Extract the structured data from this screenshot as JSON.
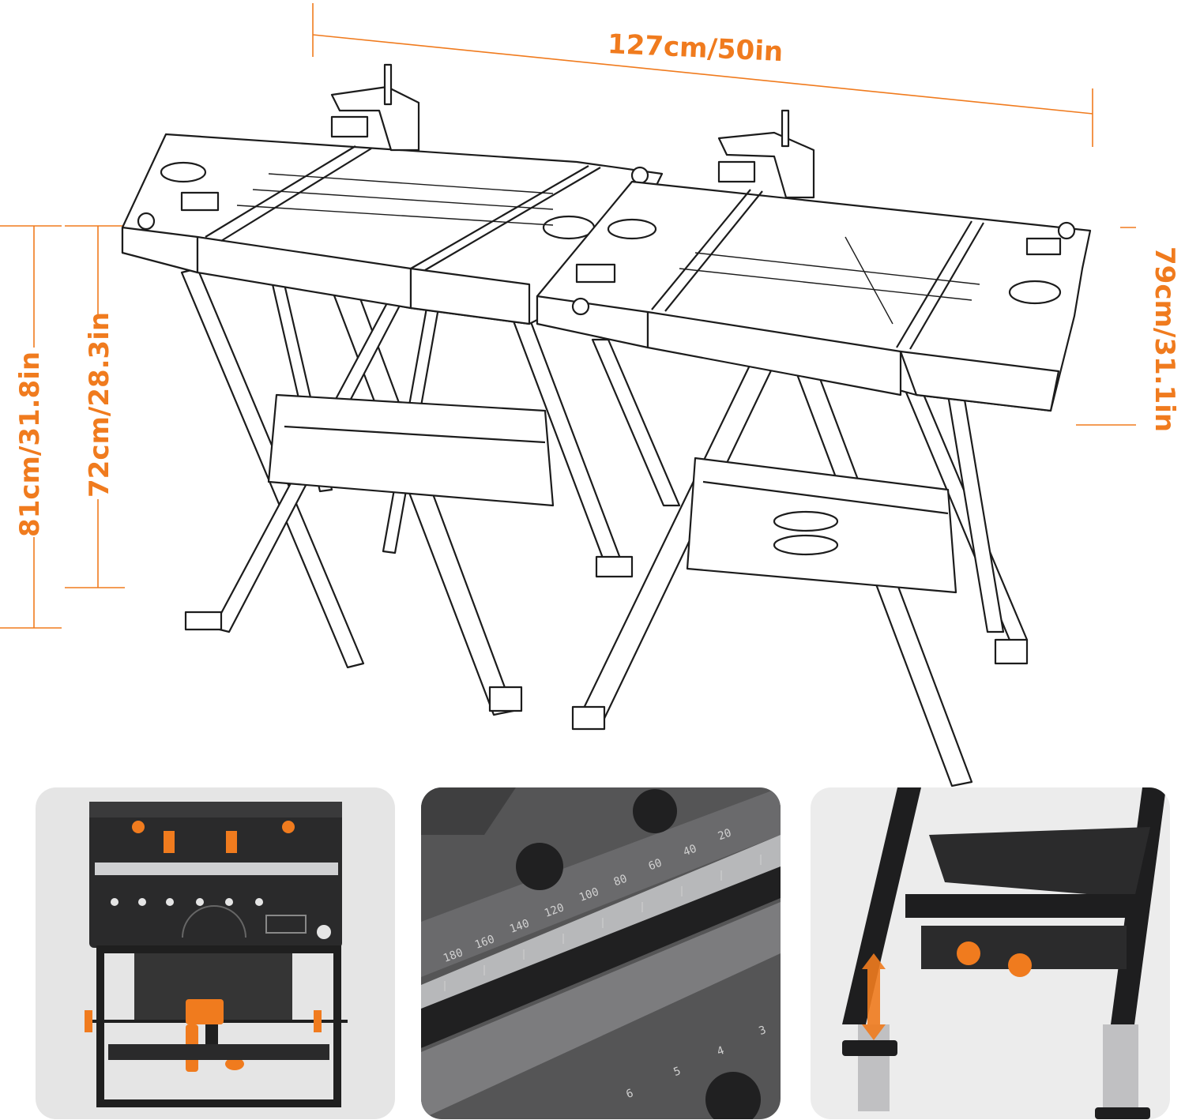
{
  "dimensions": {
    "top_width": "127cm/50in",
    "left_outer_height": "81cm/31.8in",
    "left_inner_height": "72cm/28.3in",
    "right_height": "79cm/31.1in"
  },
  "colors": {
    "accent": "#f07b1e",
    "line": "#1c1c1c",
    "thumb_bg_light": "#e5e5e5",
    "thumb_bg_dark": "#555556"
  },
  "ruler_ticks": [
    "180",
    "160",
    "140",
    "120",
    "100",
    "80",
    "60",
    "40",
    "20"
  ],
  "ruler_ticks_lower": [
    "6",
    "5",
    "4",
    "3"
  ],
  "thumbnails": [
    {
      "name": "folded-workbench-view",
      "icon": "folded-bench-icon"
    },
    {
      "name": "tabletop-ruler-closeup",
      "icon": "ruler-icon"
    },
    {
      "name": "adjustable-leg-closeup",
      "icon": "height-adjust-icon"
    }
  ]
}
